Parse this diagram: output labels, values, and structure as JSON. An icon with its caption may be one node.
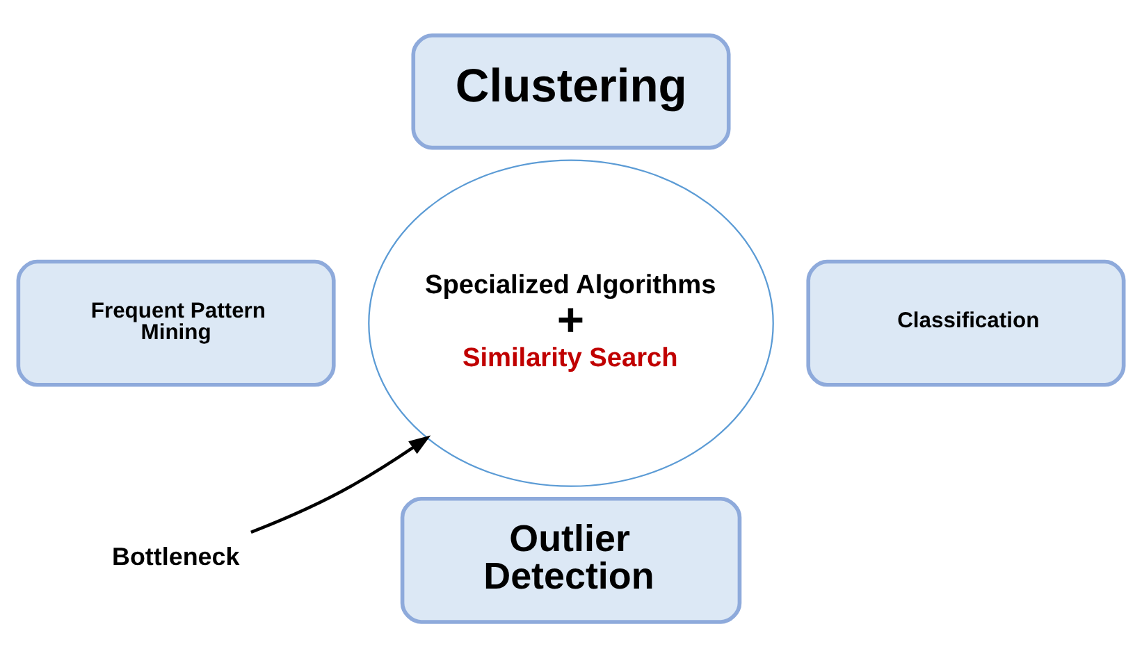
{
  "diagram": {
    "nodes": [
      {
        "text": [
          "Clustering"
        ]
      },
      {
        "text": [
          "Frequent Pattern Mining"
        ]
      },
      {
        "text": [
          "Specialized Algorithms",
          "+",
          "Similarity Search"
        ]
      },
      {
        "text": [
          "Classification"
        ]
      },
      {
        "text": [
          "Outlier Detection"
        ]
      },
      {
        "text": [
          "Bottleneck"
        ]
      }
    ],
    "edges": [
      {
        "from": 5,
        "to": 2,
        "arrow": "to"
      }
    ]
  }
}
